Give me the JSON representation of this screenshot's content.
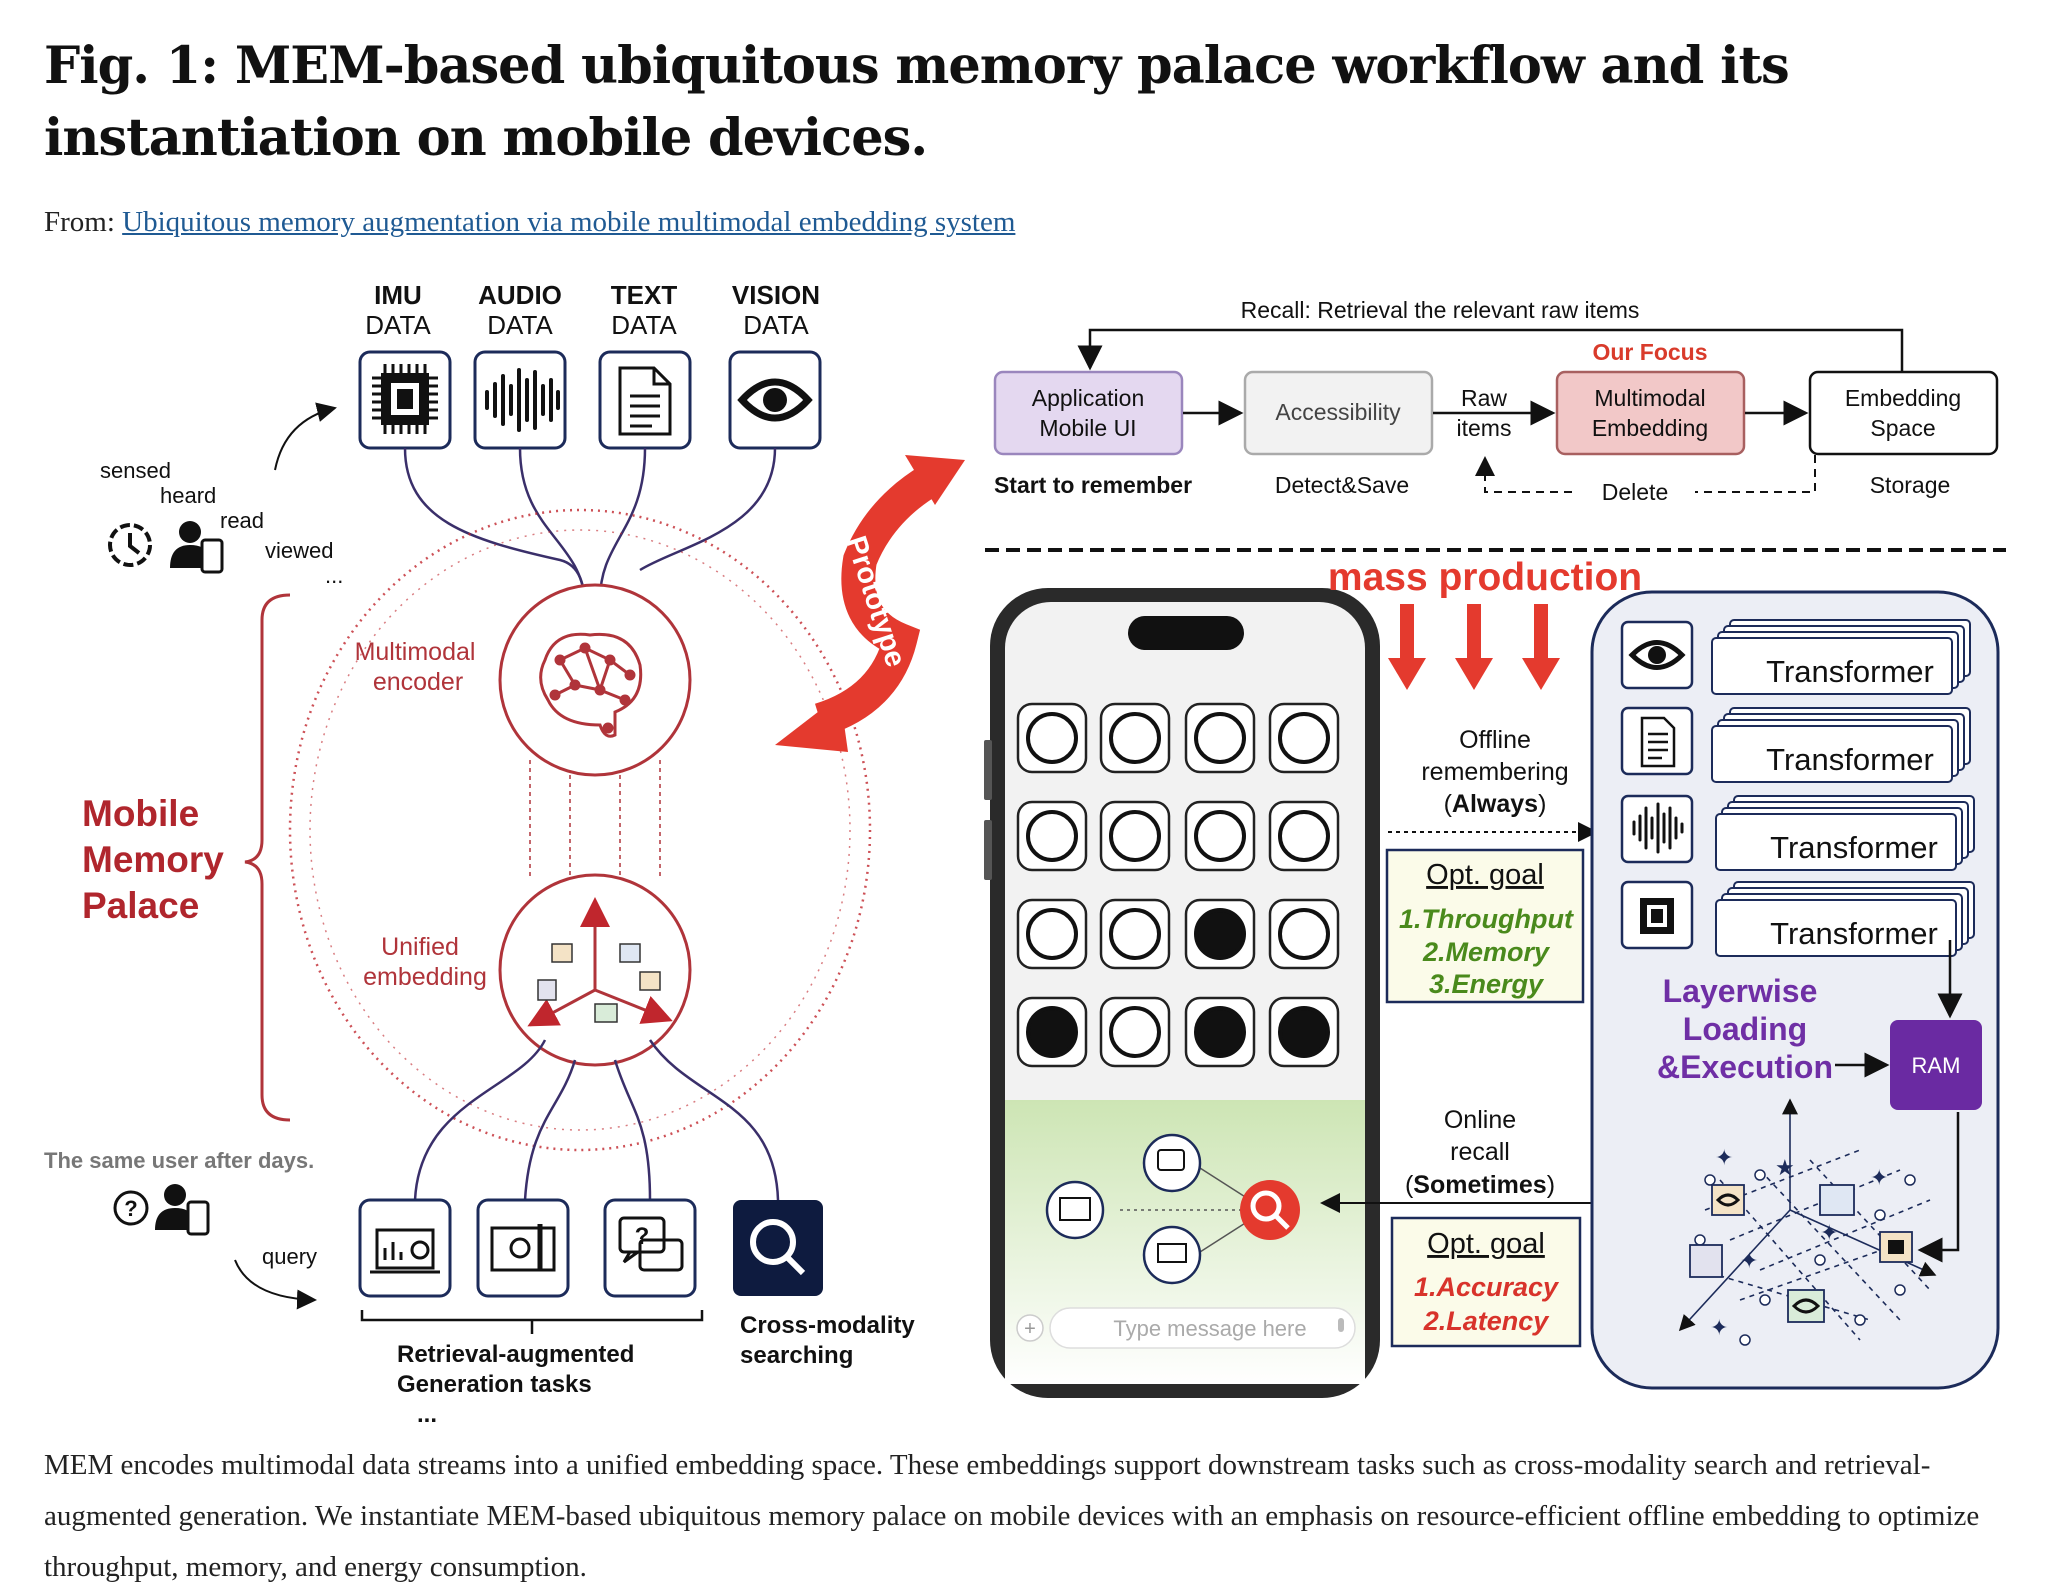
{
  "title": "Fig. 1: MEM-based ubiquitous memory palace workflow and its instantiation on mobile devices.",
  "from_label": "From:",
  "from_link": "Ubiquitous memory augmentation via mobile multimodal embedding system",
  "caption": "MEM encodes multimodal data streams into a unified embedding space. These embeddings support downstream tasks such as cross-modality search and retrieval-augmented generation. We instantiate MEM-based ubiquitous memory palace on mobile devices with an emphasis on resource-efficient offline embedding to optimize throughput, memory, and energy consumption.",
  "left": {
    "modalities": [
      {
        "top": "IMU",
        "bottom": "DATA",
        "icon": "chip-icon"
      },
      {
        "top": "AUDIO",
        "bottom": "DATA",
        "icon": "waveform-icon"
      },
      {
        "top": "TEXT",
        "bottom": "DATA",
        "icon": "document-icon"
      },
      {
        "top": "VISION",
        "bottom": "DATA",
        "icon": "eye-icon"
      }
    ],
    "sense_words": [
      "sensed",
      "heard",
      "read",
      "viewed",
      "..."
    ],
    "palace": [
      "Mobile",
      "Memory",
      "Palace"
    ],
    "encoder": [
      "Multimodal",
      "encoder"
    ],
    "embedding": [
      "Unified",
      "embedding"
    ],
    "prototype": "Prototype",
    "same_user": "The same user after days.",
    "query": "query",
    "rag": [
      "Retrieval-augmented",
      "Generation tasks",
      "..."
    ],
    "cross": [
      "Cross-modality",
      "searching"
    ]
  },
  "pipeline": {
    "recall": "Recall: Retrieval the relevant raw items",
    "our_focus": "Our Focus",
    "app_ui": [
      "Application",
      "Mobile UI"
    ],
    "accessibility": "Accessibility",
    "raw_items": [
      "Raw",
      "items"
    ],
    "mm_embedding": [
      "Multimodal",
      "Embedding"
    ],
    "emb_space": [
      "Embedding",
      "Space"
    ],
    "start": "Start to remember",
    "detect": "Detect&Save",
    "delete": "Delete",
    "storage": "Storage"
  },
  "mobile": {
    "mass_production": "mass production",
    "offline": [
      "Offline",
      "remembering",
      "(",
      "Always",
      ")"
    ],
    "opt_goal": "Opt. goal",
    "offline_goals": [
      "1.Throughput",
      "2.Memory",
      "3.Energy"
    ],
    "online": [
      "Online",
      "recall",
      "(",
      "Sometimes",
      ")"
    ],
    "online_goals": [
      "1.Accuracy",
      "2.Latency"
    ],
    "transformer": "Transformer",
    "layerwise": [
      "Layerwise",
      "Loading",
      "&Execution"
    ],
    "ram": "RAM",
    "message_placeholder": "Type message here",
    "apps": [
      "reels-icon",
      "pinterest-icon",
      "contact-icon",
      "deviantart-icon",
      "hashtag-chat-icon",
      "twitch-icon",
      "discord-icon",
      "mastodon-icon",
      "facebook-icon",
      "dribbble-icon",
      "linkedin-icon",
      "whatsapp-icon",
      "tiktok-icon",
      "snapchat-icon",
      "youtube-icon",
      "tumblr-icon"
    ]
  },
  "colors": {
    "red": "#c0262d",
    "bright_red": "#e43a2e",
    "purple": "#6f2fa5",
    "green": "#4a8a1c",
    "link": "#1f5a93"
  }
}
